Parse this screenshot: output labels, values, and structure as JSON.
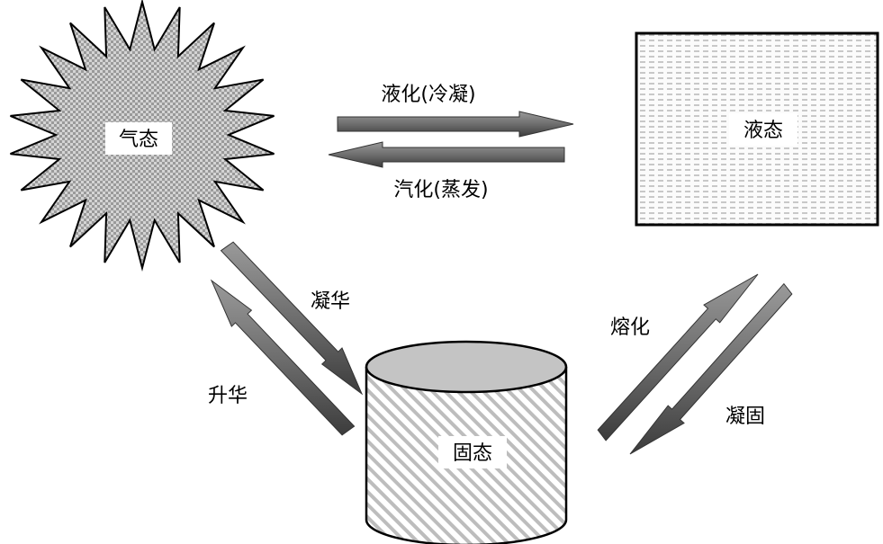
{
  "states": {
    "gas": {
      "label": "气态"
    },
    "liquid": {
      "label": "液态"
    },
    "solid": {
      "label": "固态"
    }
  },
  "processes": {
    "liquefaction": {
      "label": "液化(冷凝)"
    },
    "vaporization": {
      "label": "汽化(蒸发)"
    },
    "deposition": {
      "label": "凝华"
    },
    "sublimation": {
      "label": "升华"
    },
    "melting": {
      "label": "熔化"
    },
    "solidification": {
      "label": "凝固"
    }
  }
}
